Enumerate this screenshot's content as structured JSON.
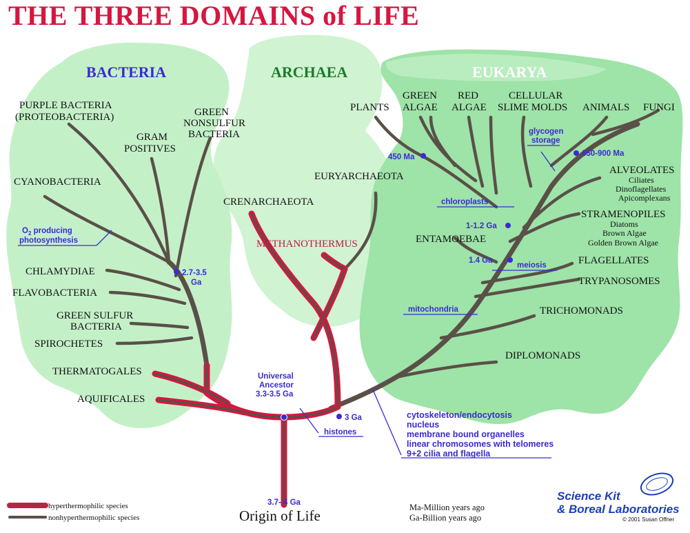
{
  "title": "THE THREE DOMAINS of LIFE",
  "domains": {
    "bacteria": "BACTERIA",
    "archaea": "ARCHAEA",
    "eukarya": "EUKARYA"
  },
  "colors": {
    "title_red": "#d6173f",
    "domain_blue": "#3a2ad6",
    "archaea_green": "#1d7a2a",
    "eukarya_white": "#ffffff",
    "region_green": "#c4f0c8",
    "region_green_dark": "#9ee3a8",
    "branch_brown": "#5a5048",
    "hyper_red": "#d6173f"
  },
  "bacteria_labels": {
    "purple_1": "PURPLE BACTERIA",
    "purple_2": "(PROTEOBACTERIA)",
    "green_nonsulfur_1": "GREEN",
    "green_nonsulfur_2": "NONSULFUR",
    "green_nonsulfur_3": "BACTERIA",
    "gram_1": "GRAM",
    "gram_2": "POSITIVES",
    "cyanobacteria": "CYANOBACTERIA",
    "chlamydiae": "CHLAMYDIAE",
    "flavobacteria": "FLAVOBACTERIA",
    "green_sulfur_1": "GREEN SULFUR",
    "green_sulfur_2": "BACTERIA",
    "spirochetes": "SPIROCHETES",
    "thermatogales": "THERMATOGALES",
    "aquificales": "AQUIFICALES"
  },
  "archaea_labels": {
    "euryarchaeota": "EURYARCHAEOTA",
    "crenarchaeota": "CRENARCHAEOTA",
    "methanothermus": "METHANOTHERMUS"
  },
  "eukarya_labels": {
    "plants": "PLANTS",
    "green_algae_1": "GREEN",
    "green_algae_2": "ALGAE",
    "red_algae_1": "RED",
    "red_algae_2": "ALGAE",
    "slime_1": "CELLULAR",
    "slime_2": "SLIME MOLDS",
    "animals": "ANIMALS",
    "fungi": "FUNGI",
    "alveolates": "ALVEOLATES",
    "ciliates": "Ciliates",
    "dinoflagellates": "Dinoflagellates",
    "apicomplexans": "Apicomplexans",
    "stramenopiles": "STRAMENOPILES",
    "diatoms": "Diatoms",
    "brown_algae": "Brown Algae",
    "golden_brown_algae": "Golden Brown Algae",
    "entamoebae": "ENTAMOEBAE",
    "flagellates": "FLAGELLATES",
    "trypanosomes": "TRYPANOSOMES",
    "trichomonads": "TRICHOMONADS",
    "diplomonads": "DIPLOMONADS"
  },
  "annotations": {
    "o2_1": "O",
    "o2_sub": "2",
    "o2_2": " producing",
    "photosynthesis": "photosynthesis",
    "bact_age_1": "2.7-3.5",
    "bact_age_2": "Ga",
    "universal_1": "Universal",
    "universal_2": "Ancestor",
    "universal_3": "3.3-3.5 Ga",
    "three_ga": "3 Ga",
    "histones": "histones",
    "origin_age": "3.7- 4 Ga",
    "age_450": "450 Ma",
    "glycogen_1": "glycogen",
    "glycogen_2": "storage",
    "age_650": "650-900 Ma",
    "chloroplasts": "chloroplasts",
    "age_1_1_2": "1-1.2 Ga",
    "age_1_4": "1.4 Ga",
    "meiosis": "meiosis",
    "mitochondria": "mitochondria",
    "euk_1": "cytoskeleton/endocytosis",
    "euk_2": "nucleus",
    "euk_3": "membrane bound organelles",
    "euk_4": "linear chromosomes with telomeres",
    "euk_5": "9+2 cilia and flagella"
  },
  "origin_of_life": "Origin of Life",
  "legend": {
    "hyper": "hyperthermophilic species",
    "nonhyper": "nonhyperthermophilic species"
  },
  "units": {
    "ma": "Ma-Million years ago",
    "ga": "Ga-Billion years ago"
  },
  "brand": {
    "line1": "Science Kit",
    "line2": "& Boreal Laboratories",
    "copyright": "© 2001 Susan Offner"
  },
  "icons": {
    "age_marker": "purple-dot-icon",
    "logo": "science-kit-logo-icon"
  }
}
